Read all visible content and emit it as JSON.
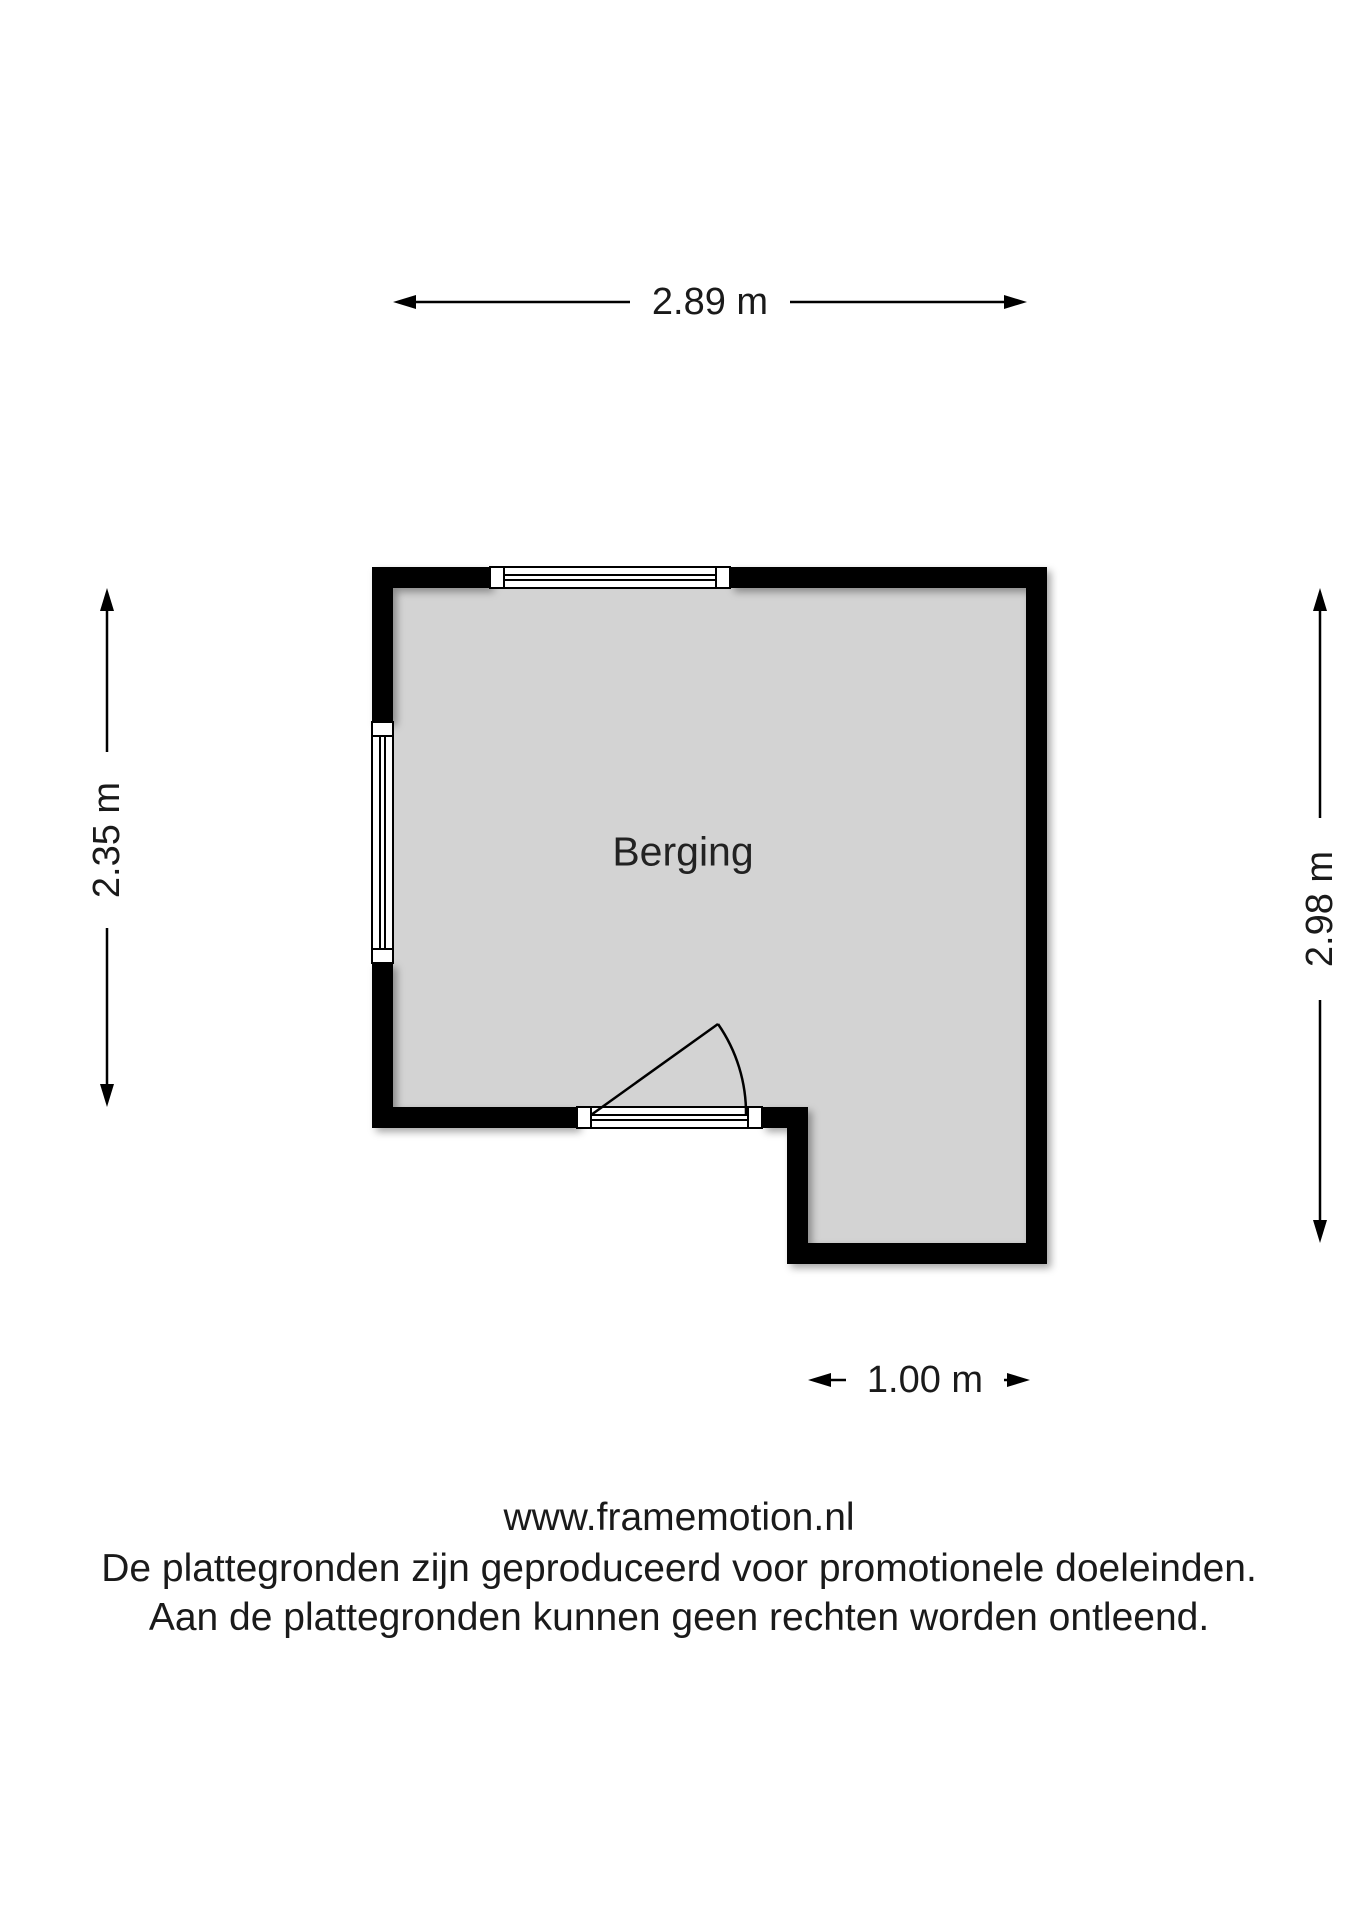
{
  "dimensions": {
    "top_width": "2.89 m",
    "left_height": "2.35 m",
    "right_height": "2.98 m",
    "bottom_width": "1.00 m"
  },
  "room": {
    "name": "Berging"
  },
  "footer": {
    "website": "www.framemotion.nl",
    "line1": "De plattegronden zijn geproduceerd voor promotionele doeleinden.",
    "line2": "Aan de plattegronden kunnen geen rechten worden ontleend."
  },
  "colors": {
    "wall": "#000000",
    "floor": "#d3d3d3",
    "text": "#1a1a1a",
    "window_frame": "#ffffff"
  }
}
